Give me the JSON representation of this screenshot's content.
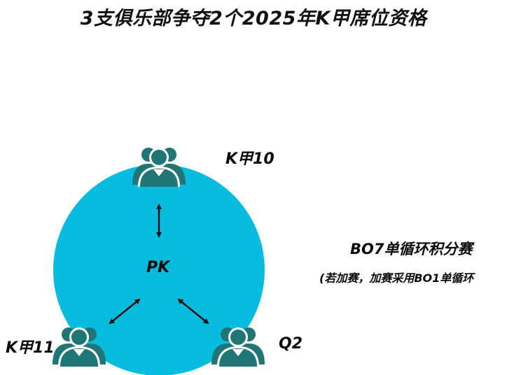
{
  "title": "3支俱乐部争夺2个2025年K甲席位资格",
  "center_label": "PK",
  "teams": [
    {
      "name": "K甲10"
    },
    {
      "name": "K甲11"
    },
    {
      "name": "Q2"
    }
  ],
  "format": {
    "main": "BO7单循环积分赛",
    "note": "(若加赛，加赛采用BO1单循环"
  },
  "colors": {
    "circle": "#08BCDF",
    "icon": "#1F7674",
    "arrow": "#111111"
  },
  "icons": [
    "group-people-icon",
    "double-arrow-icon"
  ]
}
